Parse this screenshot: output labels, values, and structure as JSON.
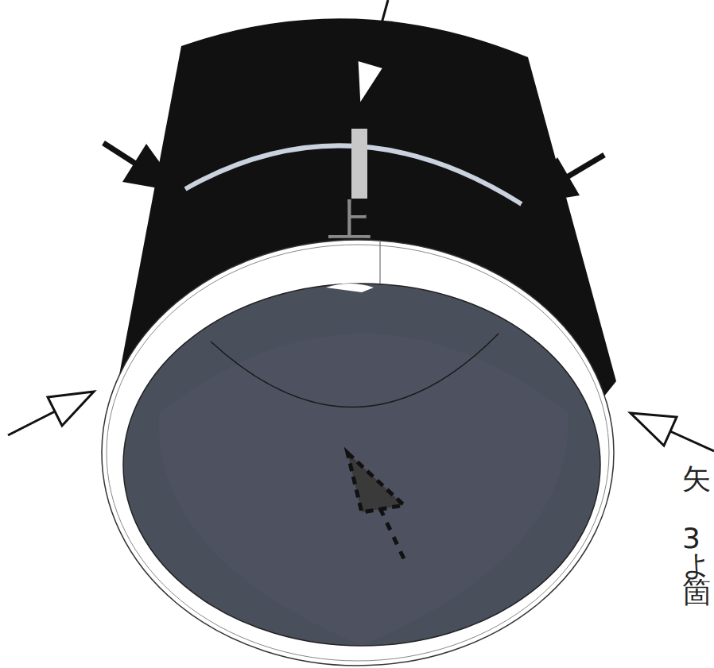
{
  "diagram": {
    "labels": [
      "上",
      "矢",
      "3",
      "よ",
      "箇"
    ]
  }
}
